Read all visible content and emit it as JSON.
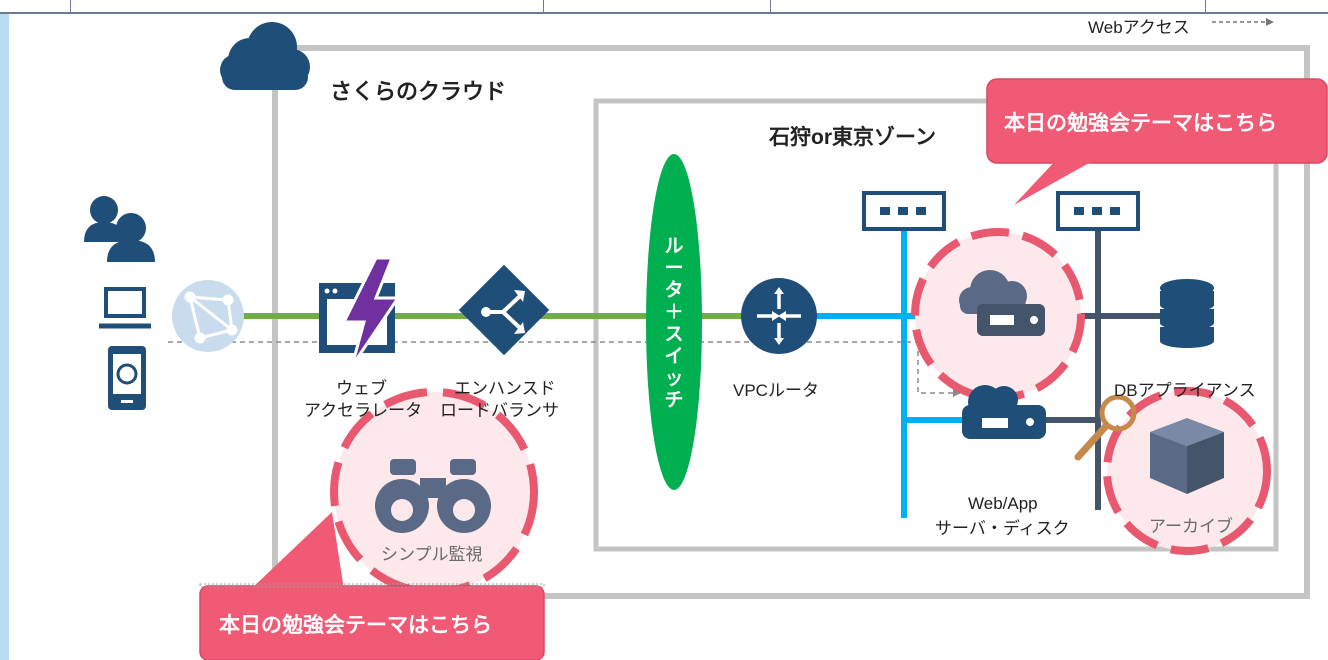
{
  "legend": {
    "web_access": "Webアクセス"
  },
  "sakura_cloud_label": "さくらのクラウド",
  "zone_label": "石狩or東京ゾーン",
  "router_switch_label": "ルータ＋スイッチ",
  "components": {
    "web_accelerator": [
      "ウェブ",
      "アクセラレータ"
    ],
    "load_balancer": [
      "エンハンスド",
      "ロードバランサ"
    ],
    "vpc_router": "VPCルータ",
    "db_appliance": "DBアプライアンス",
    "web_app_server": [
      "Web/App",
      "サーバ・ディスク"
    ],
    "archive": "アーカイブ",
    "simple_monitor": "シンプル監視"
  },
  "callouts": {
    "top": "本日の勉強会テーマはこちら",
    "bottom": "本日の勉強会テーマはこちら"
  },
  "colors": {
    "navy": "#1f4e79",
    "green_line": "#70ad47",
    "blue_line": "#00b0f0",
    "highlight_pink": "#e8586f",
    "callout_fill": "#f05a75",
    "router_switch_green": "#00b050"
  }
}
